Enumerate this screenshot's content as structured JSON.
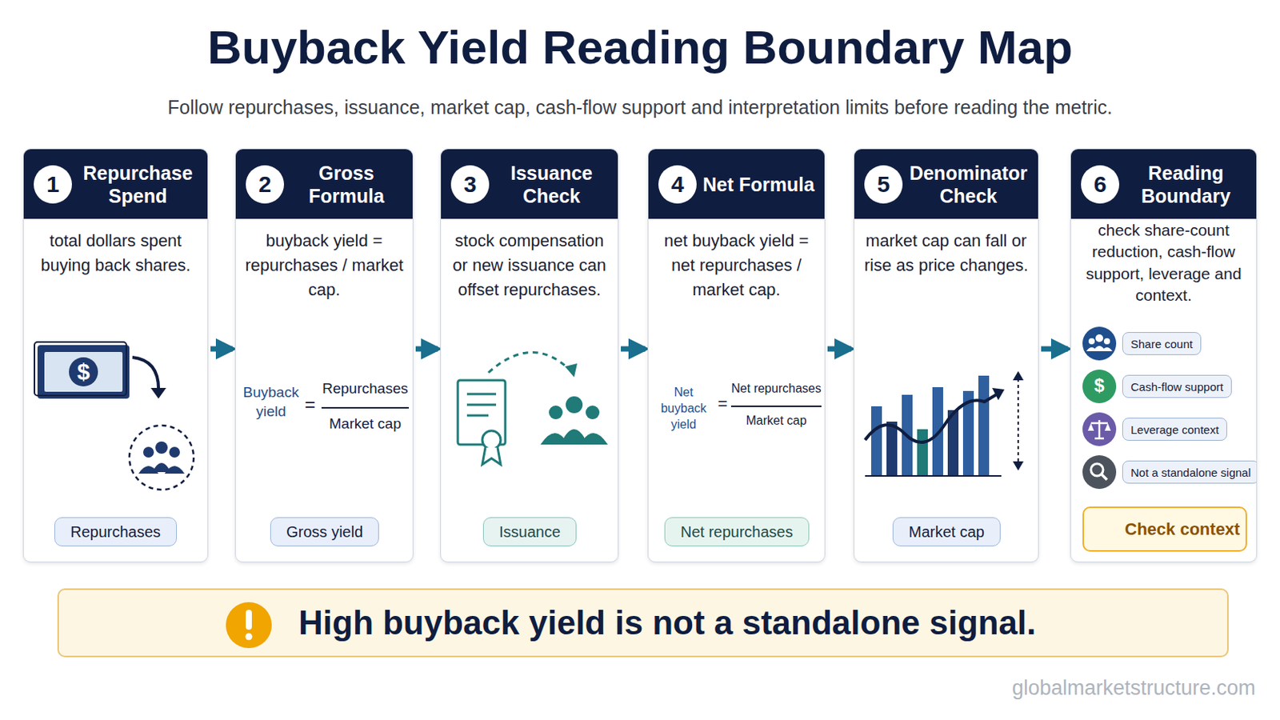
{
  "diagram": {
    "title": "Buyback Yield Reading Boundary Map",
    "caption": "Follow repurchases, issuance, market cap, cash-flow support and interpretation limits before reading the metric.",
    "nodes": [
      {
        "text": [
          "Repurchase Spend",
          "total dollars spent buying back shares."
        ]
      },
      {
        "text": [
          "1"
        ],
        "in": 0
      },
      {
        "text": [
          "Repurchases"
        ],
        "in": 0
      },
      {
        "text": [
          "Gross Formula",
          "buyback yield = repurchases / market cap."
        ]
      },
      {
        "text": [
          "2"
        ],
        "in": 3
      },
      {
        "text": [
          "Gross yield"
        ],
        "in": 3
      },
      {
        "text": [
          "Issuance Check",
          "stock compensation or new issuance can offset repurchases."
        ]
      },
      {
        "text": [
          "3"
        ],
        "in": 6
      },
      {
        "text": [
          "Issuance"
        ],
        "in": 6
      },
      {
        "text": [
          "Net Formula",
          "net buyback yield = net repurchases / market cap."
        ]
      },
      {
        "text": [
          "4"
        ],
        "in": 9
      },
      {
        "text": [
          "Net repurchases"
        ],
        "in": 9
      },
      {
        "text": [
          "Denominator Check",
          "market cap can fall or rise as price changes."
        ]
      },
      {
        "text": [
          "5"
        ],
        "in": 12
      },
      {
        "text": [
          "Market cap"
        ],
        "in": 12
      },
      {
        "text": [
          "Reading Boundary",
          "check share-count reduction, cash-flow support, leverage and context."
        ]
      },
      {
        "text": [
          "6"
        ],
        "in": 15
      },
      {
        "text": [
          "Share count"
        ],
        "in": 15
      },
      {
        "text": [
          "Cash-flow support"
        ],
        "in": 15
      },
      {
        "text": [
          "Leverage context"
        ],
        "in": 15
      },
      {
        "text": [
          "Not a standalone signal"
        ],
        "in": 15
      },
      {
        "text": [
          "Check context"
        ],
        "in": 15
      },
      {
        "text": [
          "High buyback yield is not a standalone signal."
        ]
      }
    ],
    "edges": [
      {
        "from": 0,
        "to": 3,
        "arrow": "to"
      },
      {
        "from": 3,
        "to": 6,
        "arrow": "to"
      },
      {
        "from": 6,
        "to": 9,
        "arrow": "to"
      },
      {
        "from": 9,
        "to": 12,
        "arrow": "to"
      },
      {
        "from": 12,
        "to": 15,
        "arrow": "to"
      }
    ],
    "labels": [
      "$",
      "Buyback yield",
      "=",
      "Repurchases",
      "Market cap",
      "Net buyback yield",
      "=",
      "Net repurchases",
      "Market cap",
      "$",
      "globalmarketstructure.com"
    ]
  }
}
